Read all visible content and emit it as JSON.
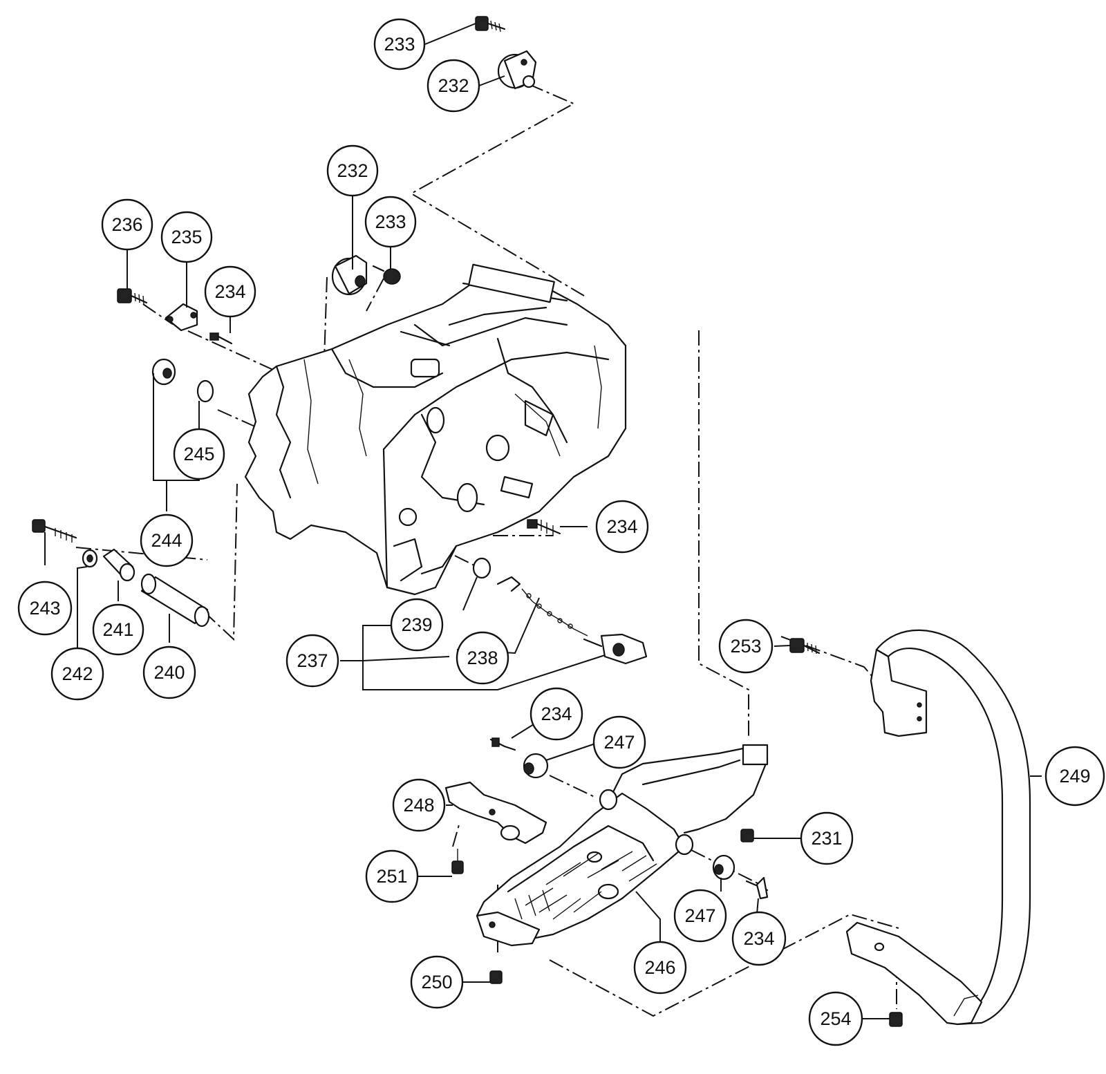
{
  "callouts": [
    {
      "id": "c233a",
      "label": "233"
    },
    {
      "id": "c232a",
      "label": "232"
    },
    {
      "id": "c232b",
      "label": "232"
    },
    {
      "id": "c233b",
      "label": "233"
    },
    {
      "id": "c236",
      "label": "236"
    },
    {
      "id": "c235",
      "label": "235"
    },
    {
      "id": "c234a",
      "label": "234"
    },
    {
      "id": "c245",
      "label": "245"
    },
    {
      "id": "c244",
      "label": "244"
    },
    {
      "id": "c234b",
      "label": "234"
    },
    {
      "id": "c243",
      "label": "243"
    },
    {
      "id": "c242",
      "label": "242"
    },
    {
      "id": "c241",
      "label": "241"
    },
    {
      "id": "c240",
      "label": "240"
    },
    {
      "id": "c239",
      "label": "239"
    },
    {
      "id": "c238",
      "label": "238"
    },
    {
      "id": "c237",
      "label": "237"
    },
    {
      "id": "c253",
      "label": "253"
    },
    {
      "id": "c234c",
      "label": "234"
    },
    {
      "id": "c247a",
      "label": "247"
    },
    {
      "id": "c249",
      "label": "249"
    },
    {
      "id": "c248",
      "label": "248"
    },
    {
      "id": "c231",
      "label": "231"
    },
    {
      "id": "c251",
      "label": "251"
    },
    {
      "id": "c247b",
      "label": "247"
    },
    {
      "id": "c234d",
      "label": "234"
    },
    {
      "id": "c246",
      "label": "246"
    },
    {
      "id": "c250",
      "label": "250"
    },
    {
      "id": "c254",
      "label": "254"
    }
  ]
}
